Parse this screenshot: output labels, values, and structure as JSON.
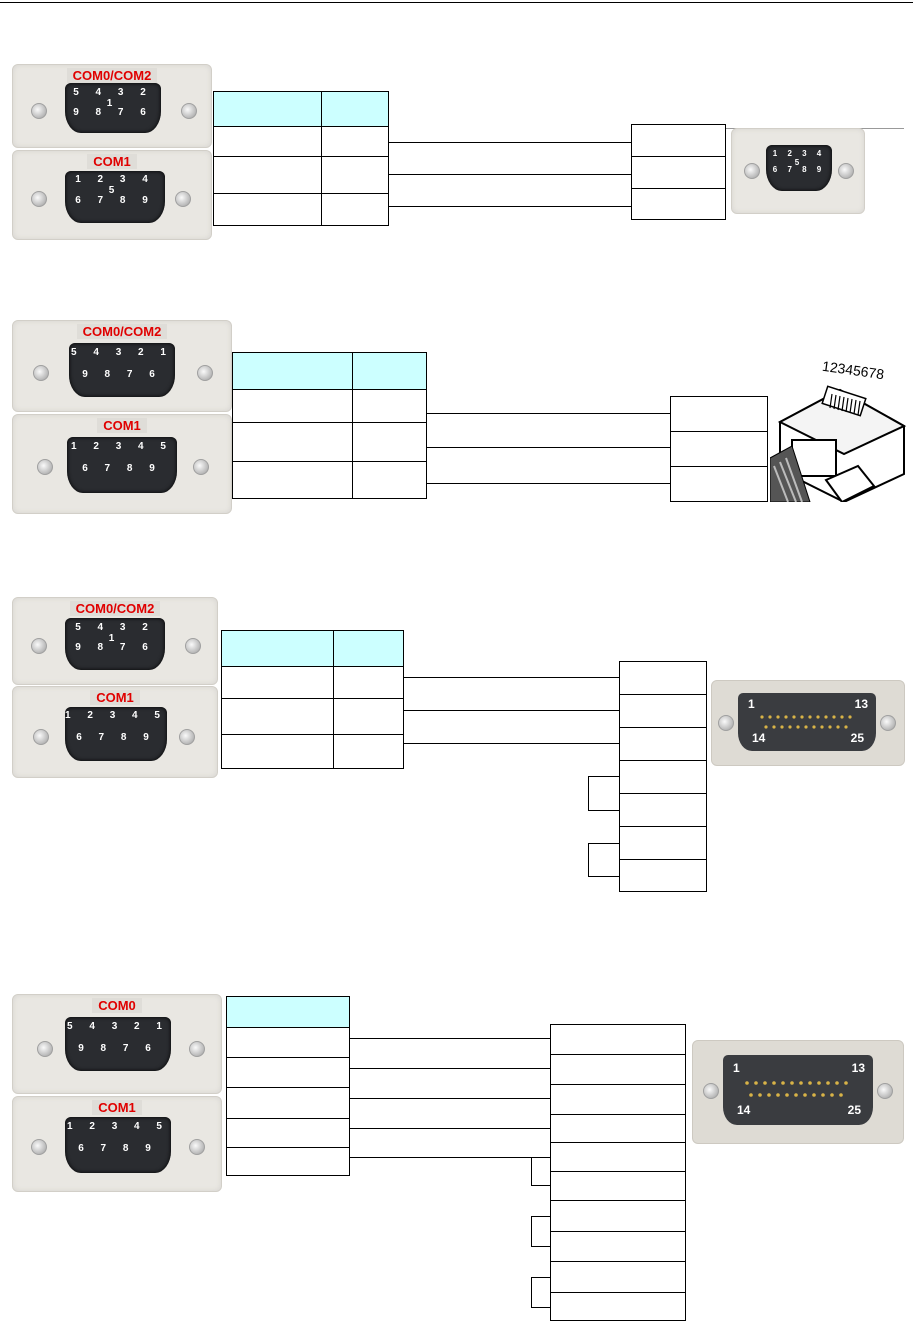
{
  "connector_labels": {
    "com0_com2": "COM0/COM2",
    "com0": "COM0",
    "com1": "COM1"
  },
  "pin_rows": {
    "de9_top_row_reversed": "5 4 3 2 1",
    "de9_bottom_row_reversed": "9 8 7 6",
    "de9_top_row": "1 2 3 4 5",
    "de9_bottom_row": "6 7 8 9"
  },
  "rj45": {
    "pin_label": "12345678"
  },
  "db25": {
    "pin_1": "1",
    "pin_13": "13",
    "pin_14": "14",
    "pin_25": "25"
  },
  "colors": {
    "label_red": "#e00000",
    "header_fill": "#ccffff"
  },
  "icons": [
    "de9-connector-icon",
    "rj45-plug-icon",
    "db25-connector-icon",
    "screw-icon"
  ]
}
